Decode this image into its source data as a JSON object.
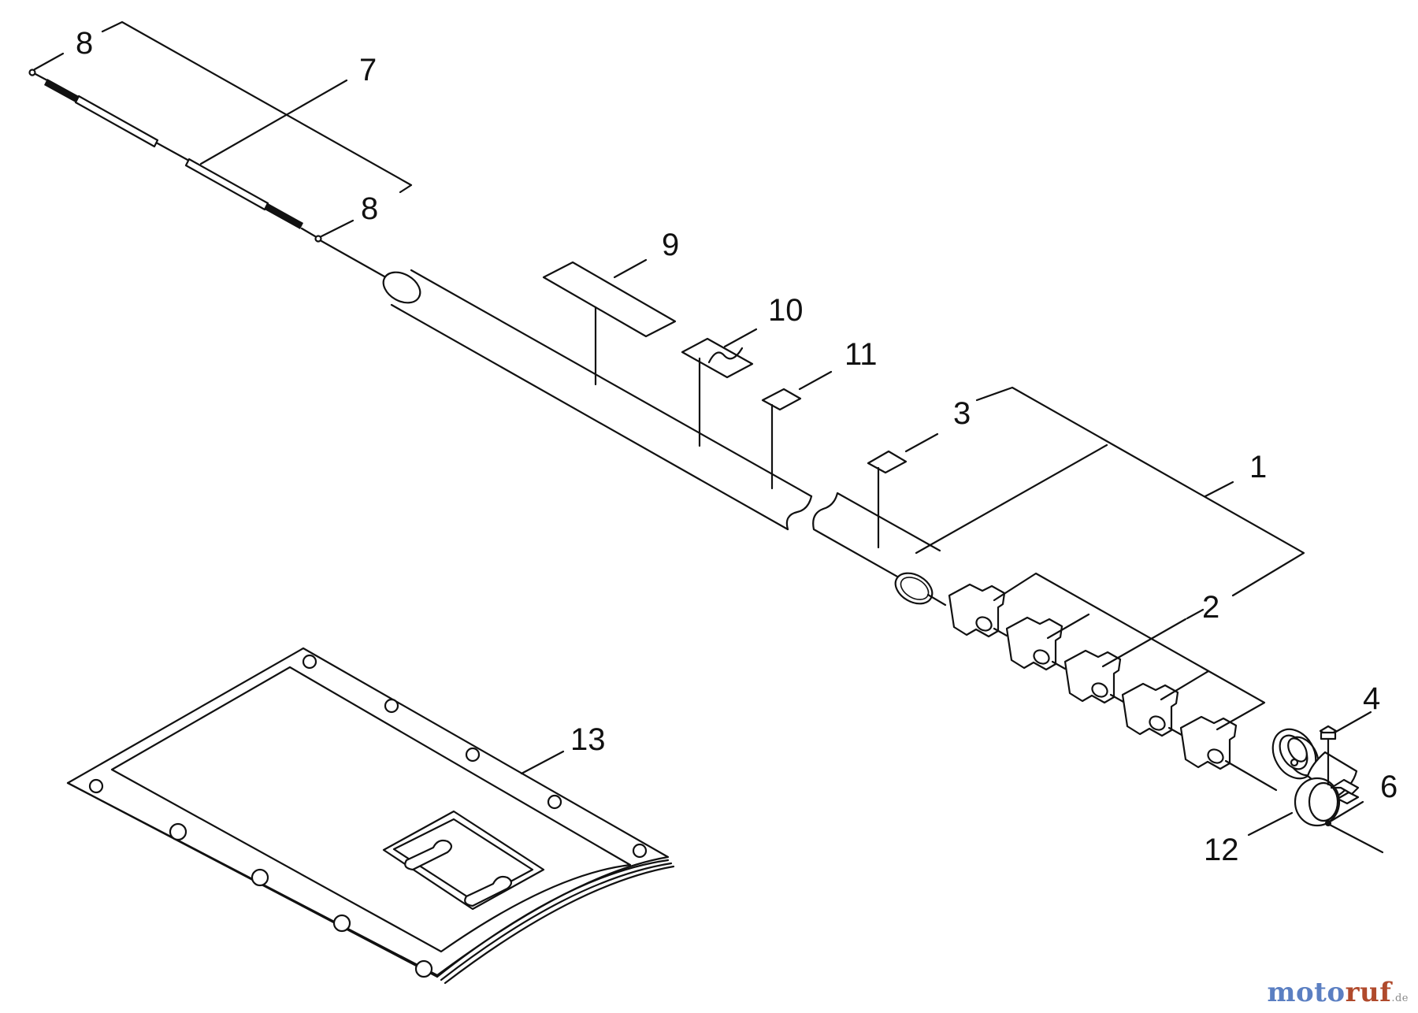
{
  "diagram": {
    "labels": {
      "l1": "1",
      "l2": "2",
      "l3": "3",
      "l4": "4",
      "l6": "6",
      "l7": "7",
      "l8a": "8",
      "l8b": "8",
      "l9": "9",
      "l10": "10",
      "l11": "11",
      "l12": "12",
      "l13": "13"
    }
  },
  "watermark": {
    "part_a": "moto",
    "part_b": "ruf",
    "part_c": ".de"
  }
}
